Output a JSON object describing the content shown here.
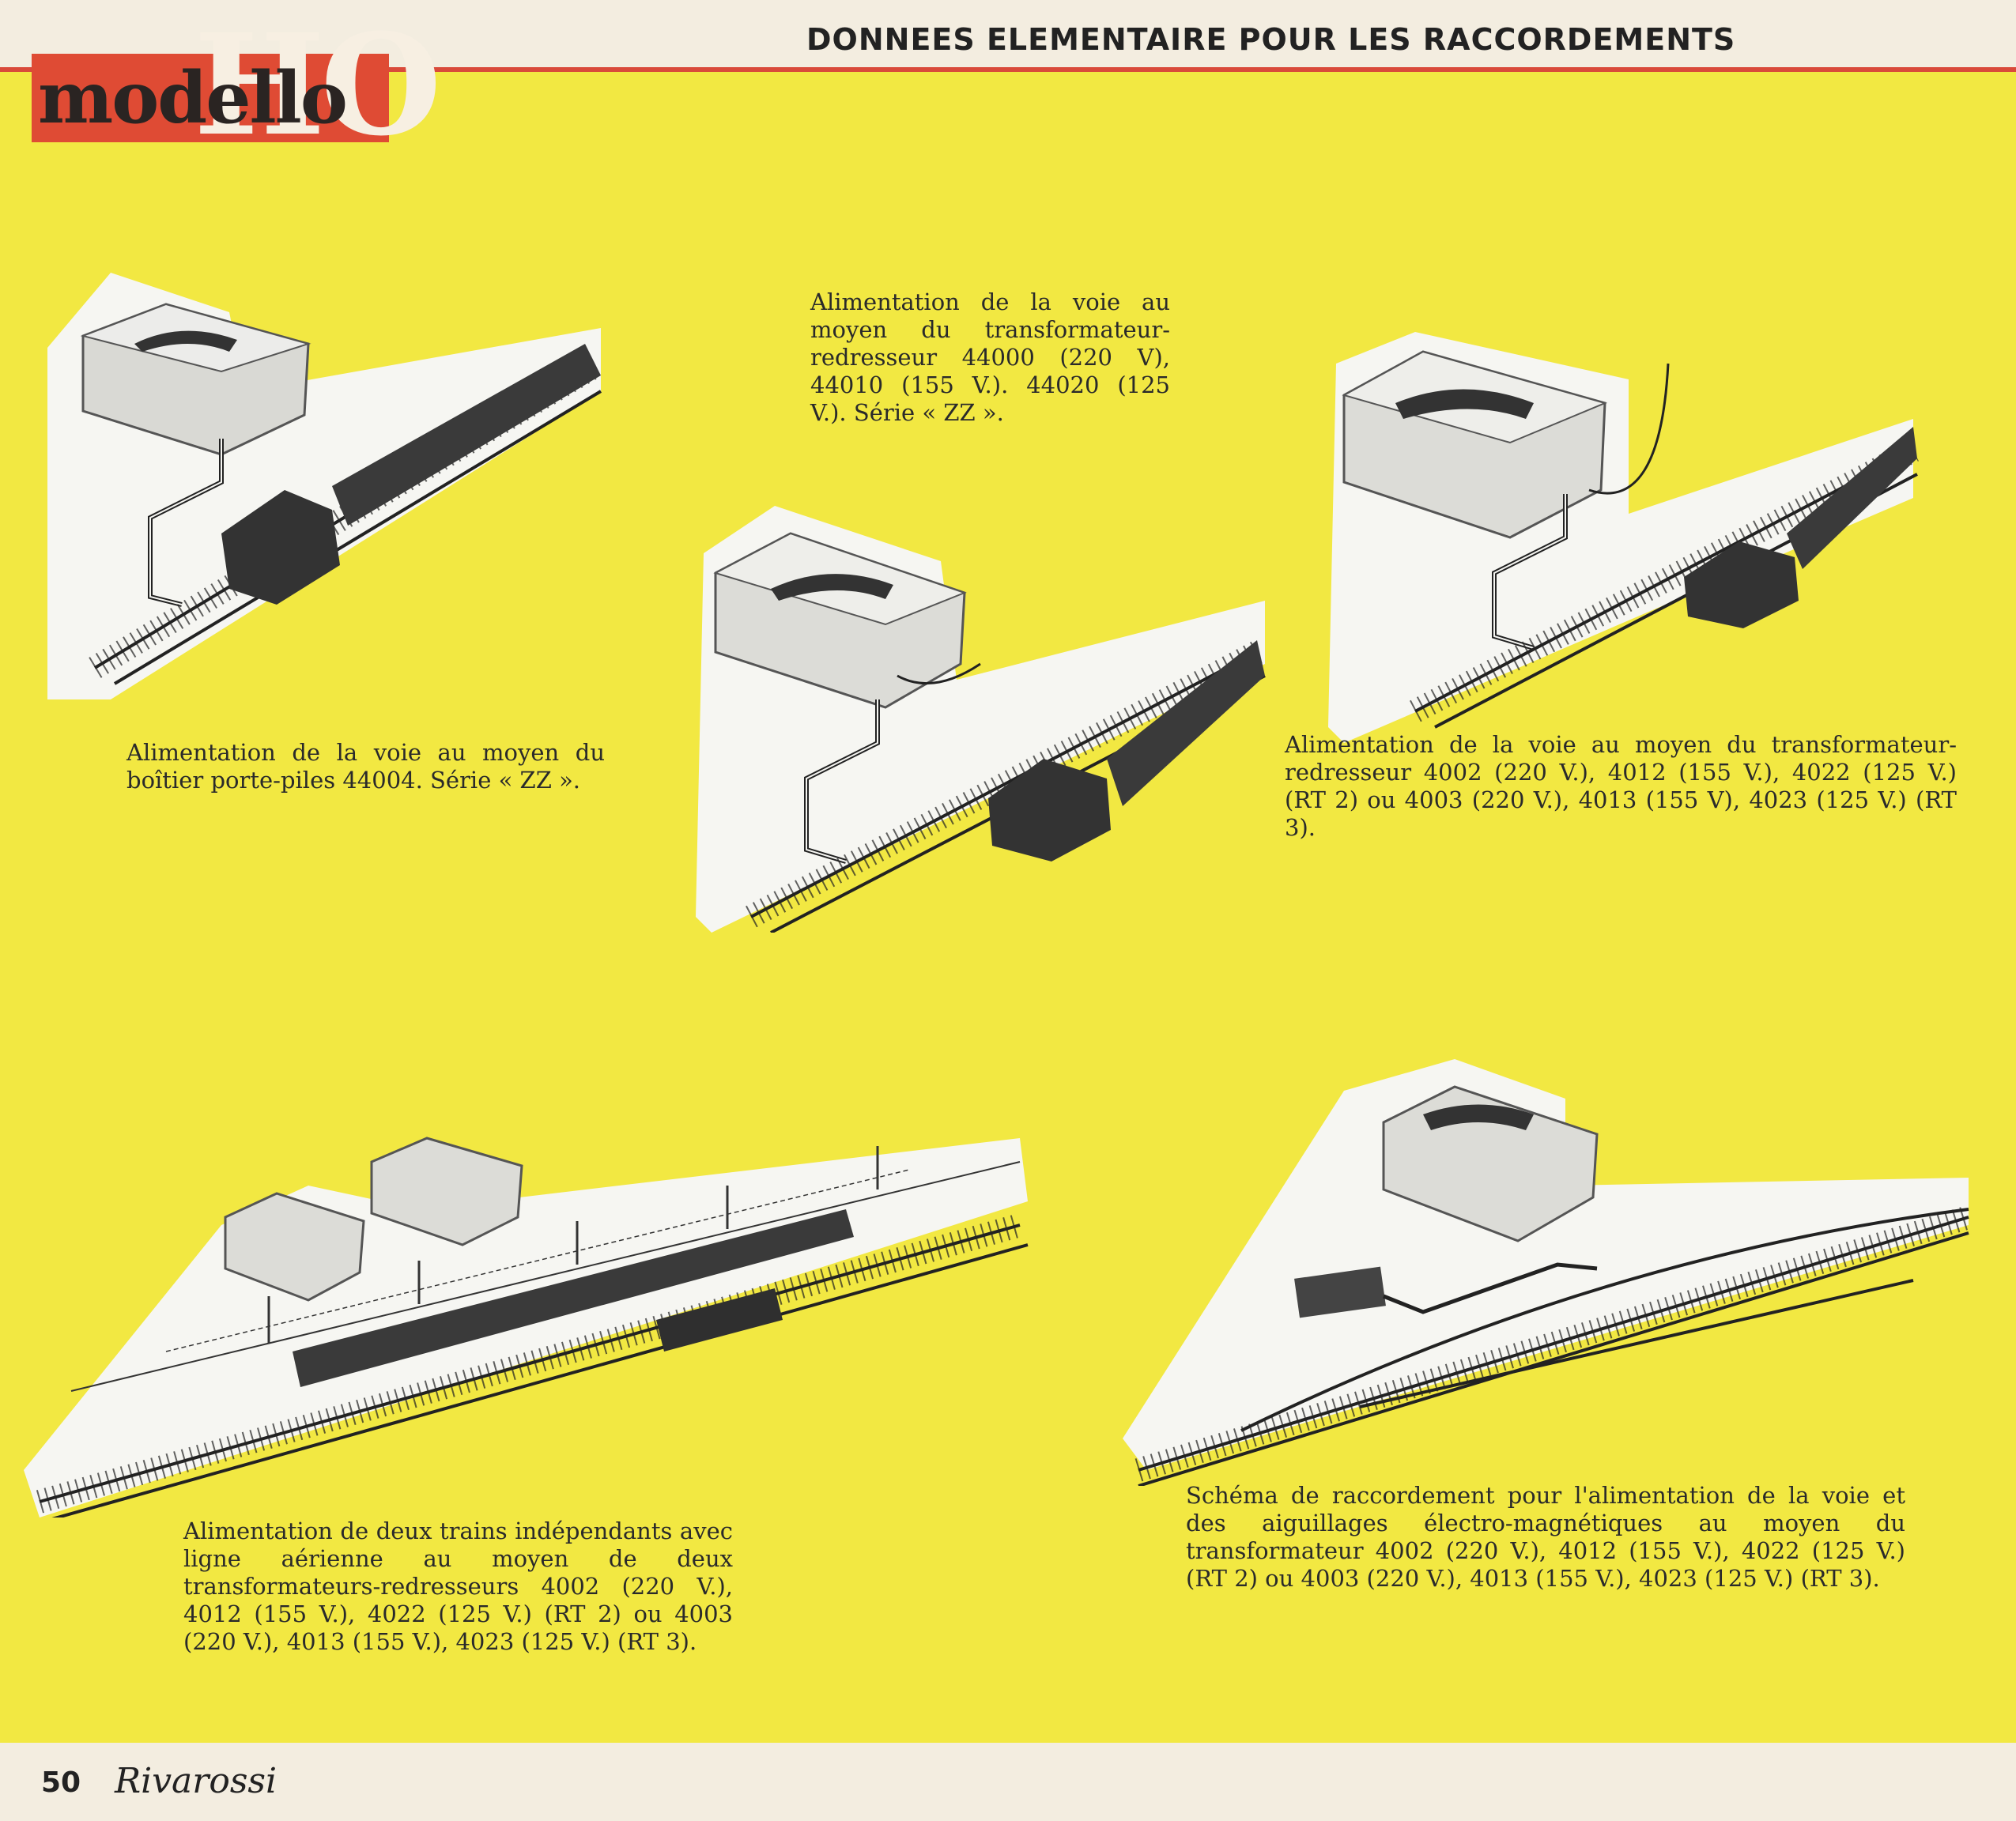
{
  "logo": {
    "word": "modello",
    "scale": "HO"
  },
  "header": {
    "title": "DONNEES ELEMENTAIRE POUR LES RACCORDEMENTS"
  },
  "captions": {
    "top_left": "Alimentation de la voie au moyen du boîtier porte-piles 44004. Série « ZZ ».",
    "top_center": "Alimentation de la voie au moyen du transformateur-redresseur 44000 (220 V), 44010 (155 V.). 44020 (125 V.). Série « ZZ ».",
    "top_right": "Alimentation de la voie au moyen du transformateur-redresseur 4002 (220 V.), 4012 (155 V.), 4022 (125 V.) (RT 2) ou 4003 (220 V.), 4013 (155 V), 4023 (125 V.) (RT 3).",
    "bottom_left": "Alimentation de deux trains indépendants avec ligne aérienne au moyen de deux transformateurs-redresseurs 4002 (220 V.), 4012 (155 V.), 4022 (125 V.) (RT 2) ou 4003 (220 V.), 4013 (155 V.), 4023 (125 V.) (RT 3).",
    "bottom_right": "Schéma de raccordement pour l'alimentation de la voie et des aiguillages électro-magnétiques au moyen du transformateur 4002 (220 V.), 4012 (155 V.), 4022 (125 V.) (RT 2) ou 4003 (220 V.), 4013 (155 V.), 4023 (125 V.) (RT 3)."
  },
  "footer": {
    "page_number": "50",
    "brand": "Rivarossi"
  }
}
